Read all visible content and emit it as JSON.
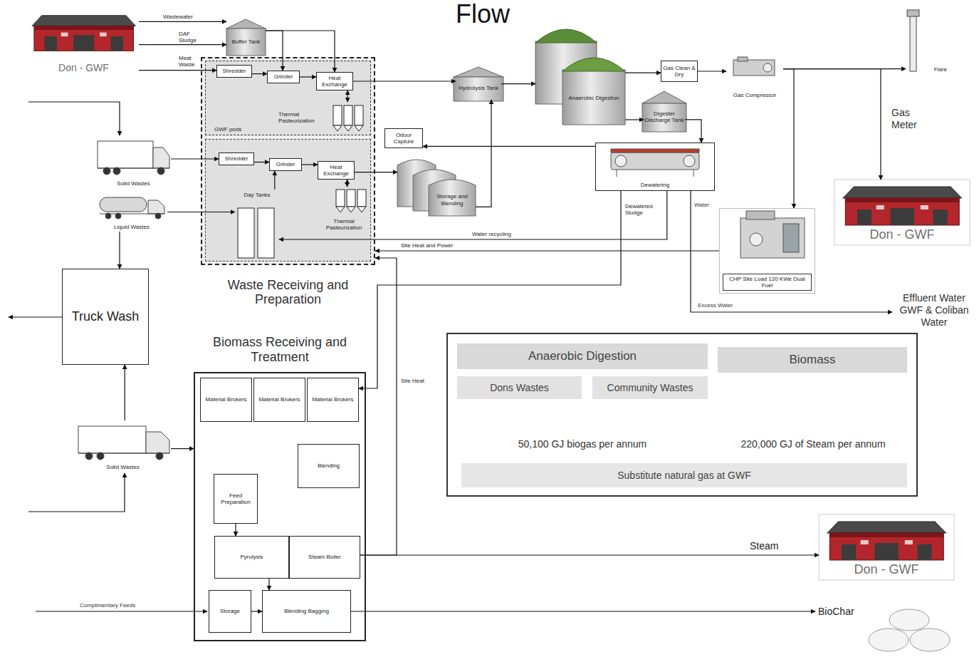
{
  "diagram": {
    "title": "Flow",
    "nodes": [
      {
        "text": [
          "Don - GWF"
        ]
      },
      {
        "text": [
          "Buffer Tank"
        ]
      },
      {
        "text": [
          "Waste Receiving and Preparation"
        ]
      },
      {
        "text": [
          "GWF pods"
        ],
        "in": 2
      },
      {
        "text": [
          "Shredder"
        ],
        "in": 3
      },
      {
        "text": [
          "Grinder"
        ],
        "in": 3
      },
      {
        "text": [
          "Heat Exchange"
        ],
        "in": 3
      },
      {
        "text": [
          "Thermal Pasteurization"
        ],
        "in": 3
      },
      {
        "text": [
          "Shredder"
        ],
        "in": 2
      },
      {
        "text": [
          "Grinder"
        ],
        "in": 2
      },
      {
        "text": [
          "Heat Exchange"
        ],
        "in": 2
      },
      {
        "text": [
          "Day Tanks"
        ],
        "in": 2
      },
      {
        "text": [
          "Thermal Pasteurization"
        ],
        "in": 2
      },
      {
        "text": [
          "Solid Wastes"
        ]
      },
      {
        "text": [
          "Liquid Wastes"
        ]
      },
      {
        "text": [
          "Truck Wash"
        ]
      },
      {
        "text": [
          "Solid Wastes"
        ]
      },
      {
        "text": [
          "Odour Capture"
        ]
      },
      {
        "text": [
          "Hydrolysis Tank"
        ]
      },
      {
        "text": [
          "Storage and Blending"
        ]
      },
      {
        "text": [
          "Anaerobic Digestion"
        ]
      },
      {
        "text": [
          "Digester Discharge Tank"
        ]
      },
      {
        "text": [
          "Gas Clean & Dry"
        ]
      },
      {
        "text": [
          "Gas Compressor"
        ]
      },
      {
        "text": [
          "Flare"
        ]
      },
      {
        "text": [
          "Dewatering"
        ]
      },
      {
        "text": [
          "Don - GWF"
        ]
      },
      {
        "text": [
          "CHP Site Load 120 KWe Dual Fuel"
        ]
      },
      {
        "text": [
          "Biomass Receiving and Treatment"
        ]
      },
      {
        "text": [
          "Material Brokers"
        ],
        "in": 28
      },
      {
        "text": [
          "Material Brokers"
        ],
        "in": 28
      },
      {
        "text": [
          "Material Brokers"
        ],
        "in": 28
      },
      {
        "text": [
          "Blending"
        ],
        "in": 28
      },
      {
        "text": [
          "Feed Preparation"
        ],
        "in": 28
      },
      {
        "text": [
          "Pyrolysis"
        ],
        "in": 28
      },
      {
        "text": [
          "Steam Boiler"
        ],
        "in": 28
      },
      {
        "text": [
          "Storage"
        ],
        "in": 28
      },
      {
        "text": [
          "Blending Bagging"
        ],
        "in": 28
      },
      {
        "text": [
          "Anaerobic Digestion"
        ]
      },
      {
        "text": [
          "Biomass"
        ]
      },
      {
        "text": [
          "Dons Wastes"
        ]
      },
      {
        "text": [
          "Community Wastes"
        ]
      },
      {
        "text": [
          "Substitute natural gas at GWF"
        ]
      },
      {
        "text": [
          "Don - GWF"
        ]
      },
      {
        "text": [
          "BioChar"
        ]
      }
    ],
    "edges": [
      {
        "from": 0,
        "to": 1,
        "arrow": "to",
        "label": "Wastewater"
      },
      {
        "from": 0,
        "to": 1,
        "arrow": "to",
        "label": "DAF Sludge"
      },
      {
        "from": 0,
        "to": 4,
        "arrow": "to",
        "label": "Meat Waste"
      },
      {
        "from": 1,
        "to": 5,
        "arrow": "to"
      },
      {
        "from": 1,
        "to": 6,
        "arrow": "to"
      },
      {
        "from": 4,
        "to": 5,
        "arrow": "to"
      },
      {
        "from": 5,
        "to": 6,
        "arrow": "to"
      },
      {
        "from": 6,
        "to": 7,
        "arrow": "both"
      },
      {
        "from": 6,
        "to": 18,
        "arrow": "to"
      },
      {
        "from": 13,
        "to": 8,
        "arrow": "to"
      },
      {
        "from": 8,
        "to": 9,
        "arrow": "to"
      },
      {
        "from": 9,
        "to": 10,
        "arrow": "to"
      },
      {
        "from": 10,
        "to": 12,
        "arrow": "both"
      },
      {
        "from": 10,
        "to": 19,
        "arrow": "to"
      },
      {
        "from": 14,
        "to": 11,
        "arrow": "to"
      },
      {
        "from": 11,
        "to": 9,
        "arrow": "to"
      },
      {
        "from": 19,
        "to": 18,
        "arrow": "to"
      },
      {
        "from": 18,
        "to": 20,
        "arrow": "to"
      },
      {
        "from": 20,
        "to": 22,
        "arrow": "to"
      },
      {
        "from": 20,
        "to": 21,
        "arrow": "to"
      },
      {
        "from": 21,
        "to": 25,
        "arrow": "to"
      },
      {
        "from": 22,
        "to": 23,
        "arrow": "to"
      },
      {
        "from": 23,
        "to": 24,
        "arrow": "to"
      },
      {
        "from": 23,
        "to": 26,
        "arrow": "to"
      },
      {
        "from": 23,
        "to": 27,
        "arrow": "to"
      },
      {
        "from": 25,
        "to": 17,
        "arrow": "to"
      },
      {
        "from": 25,
        "to": 11,
        "arrow": "to",
        "label": "Water recycling"
      },
      {
        "from": 27,
        "to": 2,
        "arrow": "to",
        "label": "Site Heat and Power"
      },
      {
        "from": 35,
        "to": 2,
        "arrow": "to",
        "label": "Site Heat"
      },
      {
        "from": 35,
        "to": 43,
        "arrow": "to",
        "label": "Steam"
      },
      {
        "from": 25,
        "to": 31,
        "arrow": "to",
        "label": "Dewatered Sludge"
      },
      {
        "from": 14,
        "to": 15,
        "arrow": "to"
      },
      {
        "from": 16,
        "to": 15,
        "arrow": "to"
      },
      {
        "from": 16,
        "to": 28,
        "arrow": "to"
      },
      {
        "from": 33,
        "to": 34,
        "arrow": "to"
      },
      {
        "from": 36,
        "to": 37,
        "arrow": "to"
      },
      {
        "from": 34,
        "to": 37,
        "arrow": "to"
      },
      {
        "from": 37,
        "to": 44,
        "arrow": "to"
      }
    ],
    "labels": [
      "Gas Meter",
      "Water",
      "Excess Water",
      "Effluent Water GWF & Coliban Water",
      "50,100 GJ biogas per annum",
      "220,000 GJ of Steam per annum",
      "Complimentary Feeds"
    ]
  }
}
